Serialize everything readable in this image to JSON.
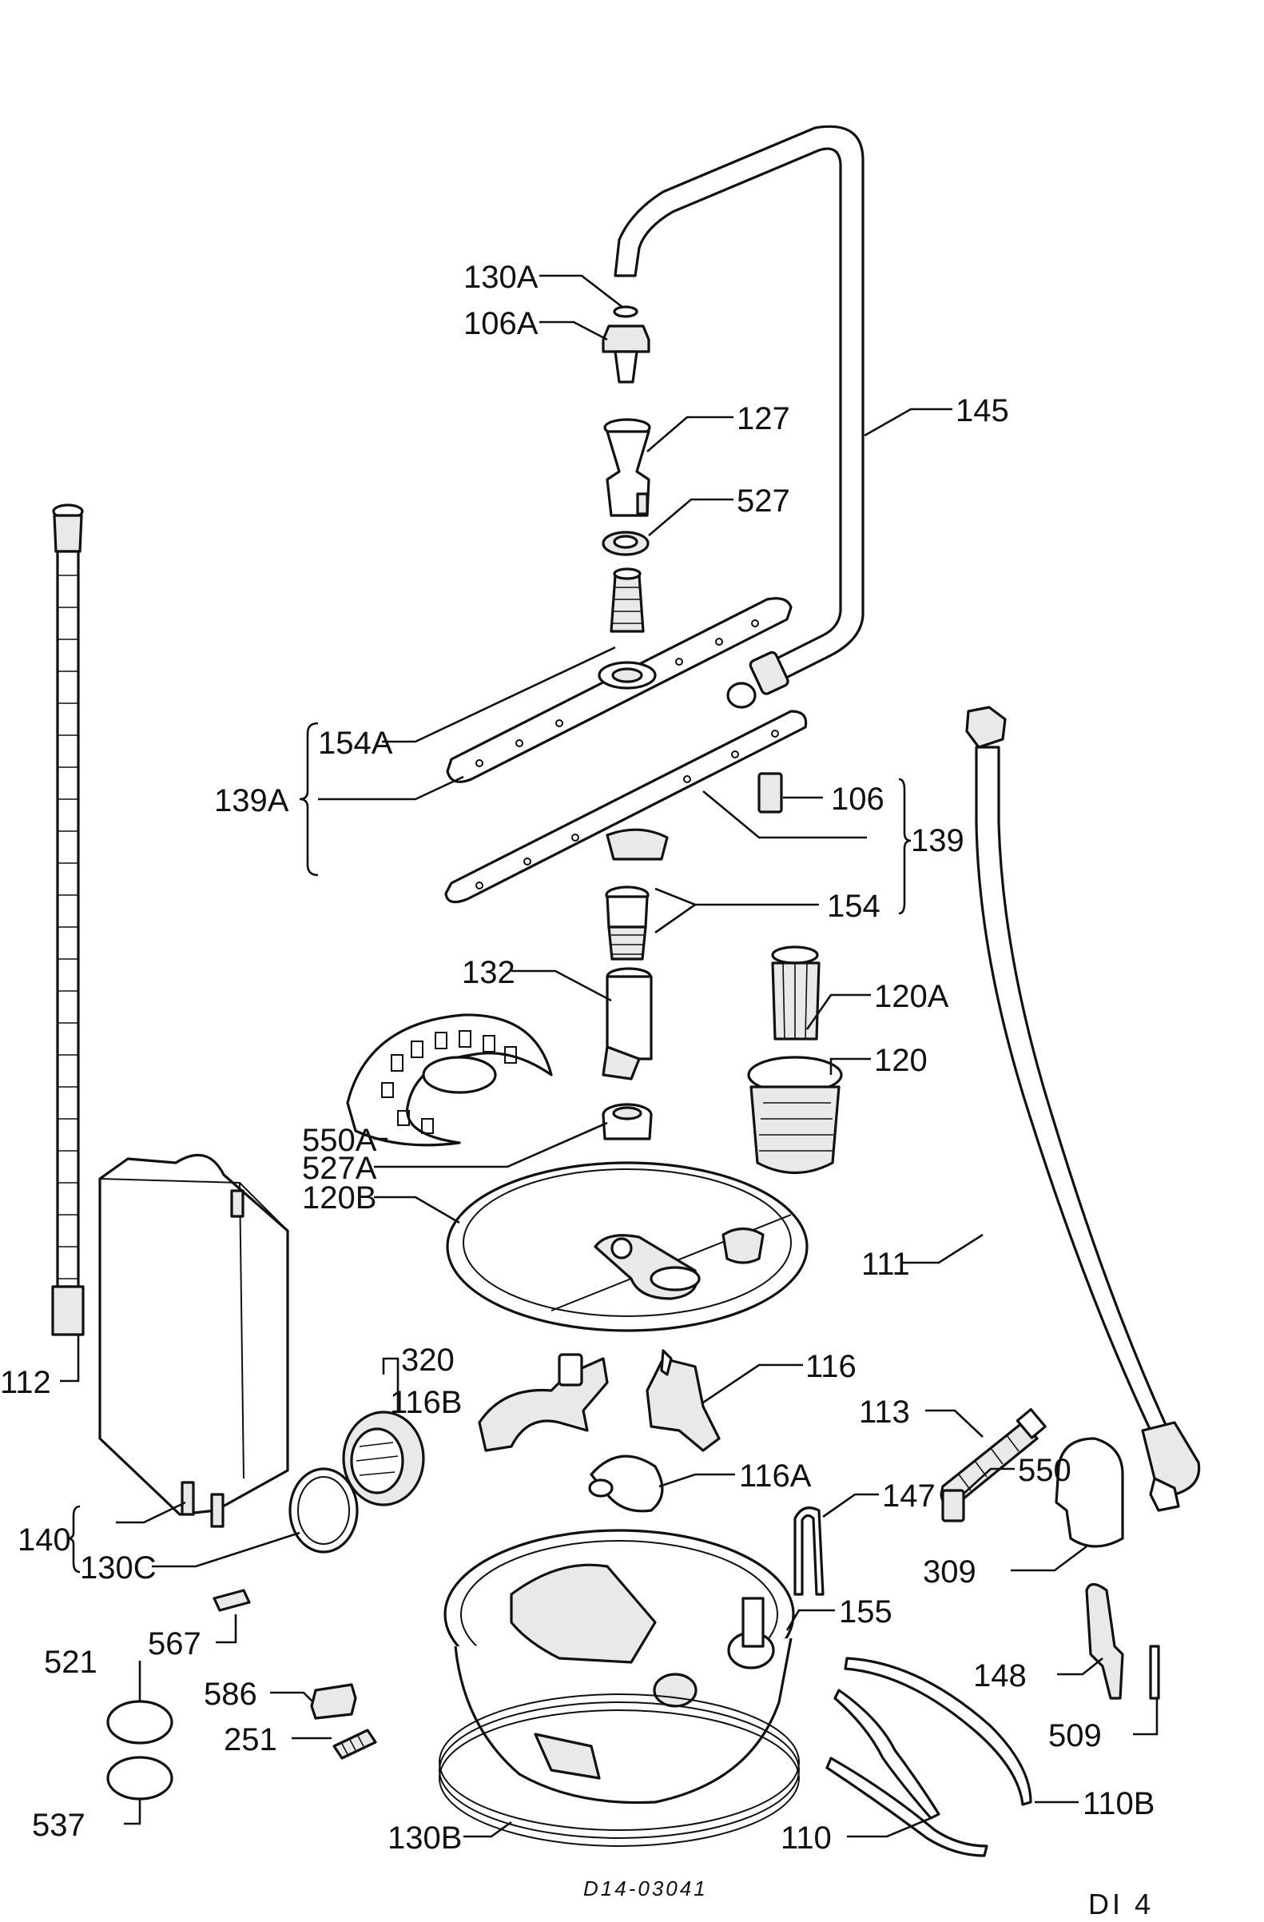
{
  "labels": {
    "l130A": "130A",
    "l106A": "106A",
    "l127": "127",
    "l145": "145",
    "l527": "527",
    "l154A": "154A",
    "l139A": "139A",
    "l106": "106",
    "l139": "139",
    "l154": "154",
    "l132": "132",
    "l120A": "120A",
    "l120": "120",
    "l550A": "550A",
    "l527A": "527A",
    "l120B": "120B",
    "l111": "111",
    "l112": "112",
    "l320": "320",
    "l116B": "116B",
    "l116": "116",
    "l113": "113",
    "l116A": "116A",
    "l550": "550",
    "l147": "147",
    "l140": "140",
    "l130C": "130C",
    "l309": "309",
    "l155": "155",
    "l567": "567",
    "l521": "521",
    "l586": "586",
    "l148": "148",
    "l251": "251",
    "l509": "509",
    "l110B": "110B",
    "l537": "537",
    "l130B": "130B",
    "l110": "110"
  },
  "drawing_code": "D14-03041",
  "page_code": "DI 4"
}
